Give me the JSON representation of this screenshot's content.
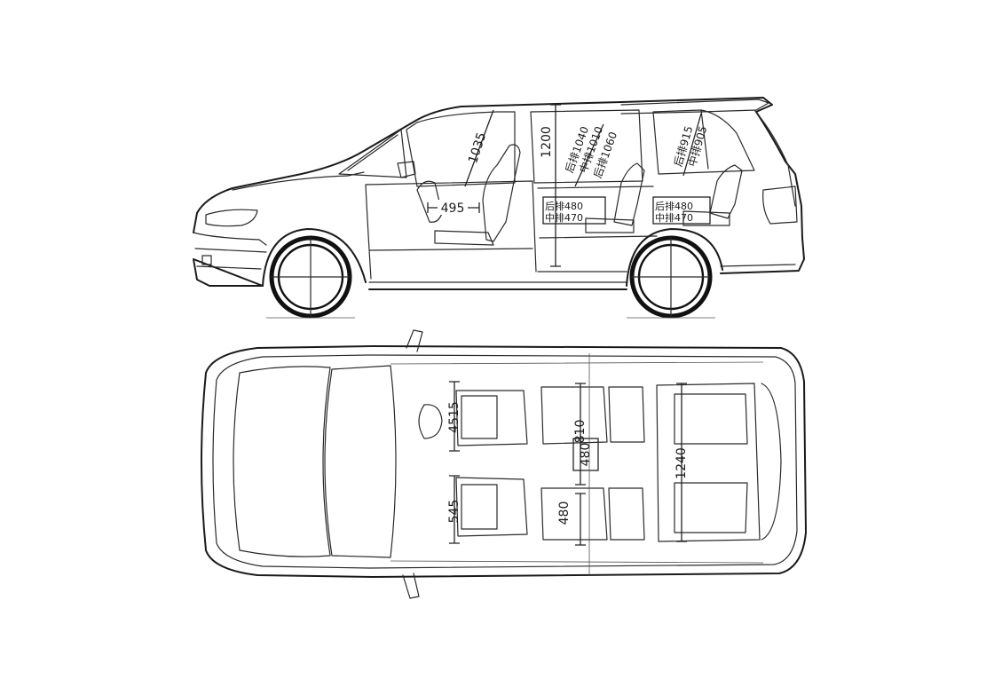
{
  "side_view": {
    "dimensions": {
      "headroom_front": "1035",
      "height_interior": "1200",
      "legroom_front": "495",
      "mid_row_upper_1": "后排1040",
      "mid_row_upper_2": "中排1010",
      "mid_row_upper_3": "后排1060",
      "mid_row_box_1": "后排480",
      "mid_row_box_2": "中排470",
      "rear_upper_1": "后排915",
      "rear_upper_2": "中排905",
      "rear_box_1": "后排480",
      "rear_box_2": "中排470"
    }
  },
  "top_view": {
    "dimensions": {
      "front_seat_width_upper": "4515",
      "front_seat_width_lower": "545",
      "mid_row_width": "810",
      "mid_row_aisle": "480",
      "mid_row_lower": "480",
      "rear_row_width": "1240"
    }
  }
}
